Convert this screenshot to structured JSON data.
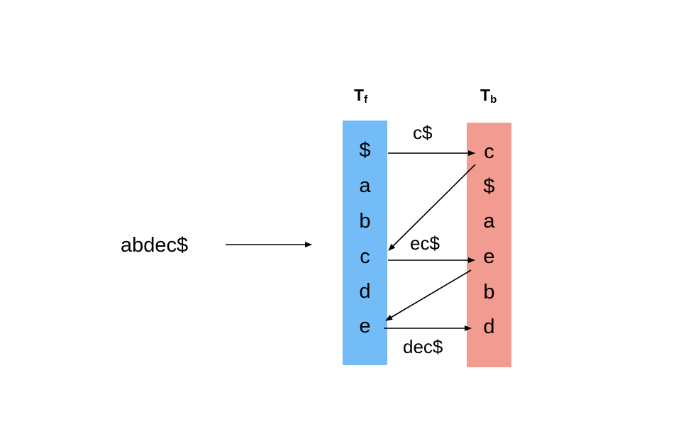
{
  "input_string": "abdec$",
  "tf": {
    "title_main": "T",
    "title_sub": "f",
    "color": "#73bcf7",
    "chars": [
      "$",
      "a",
      "b",
      "c",
      "d",
      "e"
    ]
  },
  "tb": {
    "title_main": "T",
    "title_sub": "b",
    "color": "#f29b91",
    "chars": [
      "c",
      "$",
      "a",
      "e",
      "b",
      "d"
    ]
  },
  "arrow_labels": [
    "c$",
    "ec$",
    "dec$"
  ]
}
